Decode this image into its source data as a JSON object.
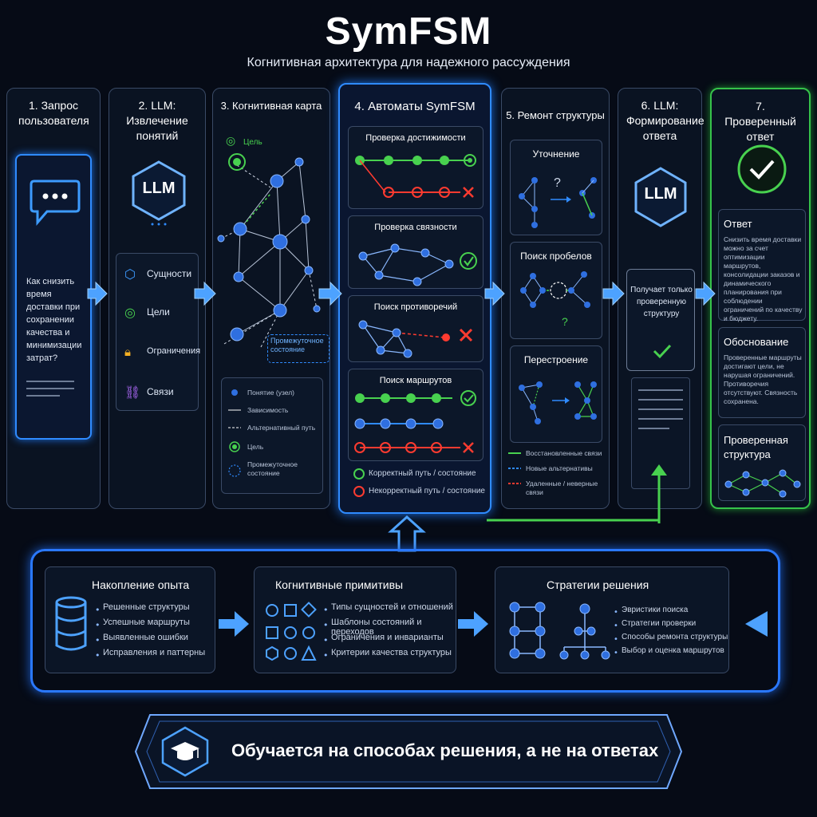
{
  "header": {
    "title": "SymFSM",
    "subtitle": "Когнитивная архитектура для надежного рассуждения"
  },
  "col1": {
    "title": "1. Запрос пользователя",
    "query": "Как снизить время доставки при сохранении качества и минимизации затрат?"
  },
  "col2": {
    "title": "2. LLM: Извлечение понятий",
    "llm": "LLM",
    "items": [
      "Сущности",
      "Цели",
      "Ограничения",
      "Связи"
    ]
  },
  "col3": {
    "title": "3. Когнитивная карта",
    "goal": "Цель",
    "inter": "Промежуточное состояние",
    "legend": [
      "Понятие (узел)",
      "Зависимость",
      "Альтернативный путь",
      "Цель",
      "Промежуточное состояние"
    ]
  },
  "col4": {
    "title": "4. Автоматы SymFSM",
    "boxes": [
      "Проверка достижимости",
      "Проверка связности",
      "Поиск противоречий",
      "Поиск маршрутов"
    ],
    "legend": [
      "Корректный путь / состояние",
      "Некорректный путь / состояние"
    ]
  },
  "col5": {
    "title": "5. Ремонт структуры",
    "boxes": [
      "Уточнение",
      "Поиск пробелов",
      "Перестроение"
    ],
    "legend": [
      "Восстановленные связи",
      "Новые альтернативы",
      "Удаленные / неверные связи"
    ]
  },
  "col6": {
    "title": "6. LLM: Формирование ответа",
    "llm": "LLM",
    "receives": "Получает только проверенную структуру"
  },
  "col7": {
    "title": "7. Проверенный ответ",
    "answer_t": "Ответ",
    "answer": "Снизить время доставки можно за счет оптимизации маршрутов, консолидации заказов и динамического планирования при соблюдении ограничений по качеству и бюджету.",
    "reason_t": "Обоснование",
    "reason": "Проверенные маршруты достигают цели, не нарушая ограничений. Противоречия отсутствуют. Связность сохранена.",
    "struct_t": "Проверенная структура"
  },
  "bottom": {
    "exp": {
      "title": "Накопление опыта",
      "items": [
        "Решенные структуры",
        "Успешные маршруты",
        "Выявленные ошибки",
        "Исправления и паттерны"
      ]
    },
    "prim": {
      "title": "Когнитивные примитивы",
      "items": [
        "Типы сущностей и отношений",
        "Шаблоны состояний и переходов",
        "Ограничения и инварианты",
        "Критерии качества структуры"
      ]
    },
    "strat": {
      "title": "Стратегии решения",
      "items": [
        "Эвристики поиска",
        "Стратегии проверки",
        "Способы ремонта структуры",
        "Выбор и оценка маршрутов"
      ]
    }
  },
  "banner": {
    "text": "Обучается на способах решения, а не на ответах"
  },
  "colors": {
    "blue": "#2f8bff",
    "green": "#48d14f",
    "red": "#ff3b30"
  }
}
